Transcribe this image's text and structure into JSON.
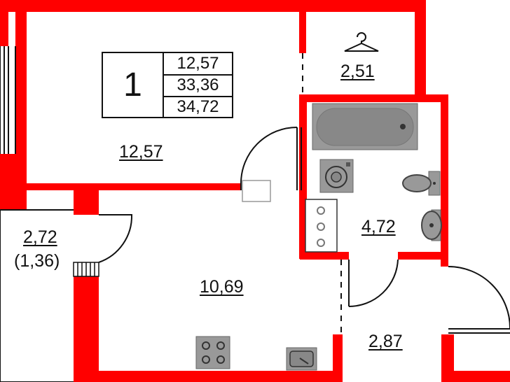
{
  "legend": {
    "rooms": "1",
    "living_area": "12,57",
    "total_area": "33,36",
    "total_area_with_balcony": "34,72"
  },
  "rooms": {
    "living_room": "12,57",
    "wardrobe": "2,51",
    "bathroom": "4,72",
    "kitchen": "10,69",
    "balcony": "2,72",
    "balcony_reduced": "(1,36)",
    "hallway": "2,87"
  },
  "colors": {
    "wall": "#ff0000",
    "fixture": "#999999",
    "line": "#111111"
  },
  "icons": [
    "hanger-icon",
    "bathtub-icon",
    "washing-machine-icon",
    "toilet-icon",
    "sink-icon",
    "stove-icon",
    "kitchen-sink-icon"
  ]
}
